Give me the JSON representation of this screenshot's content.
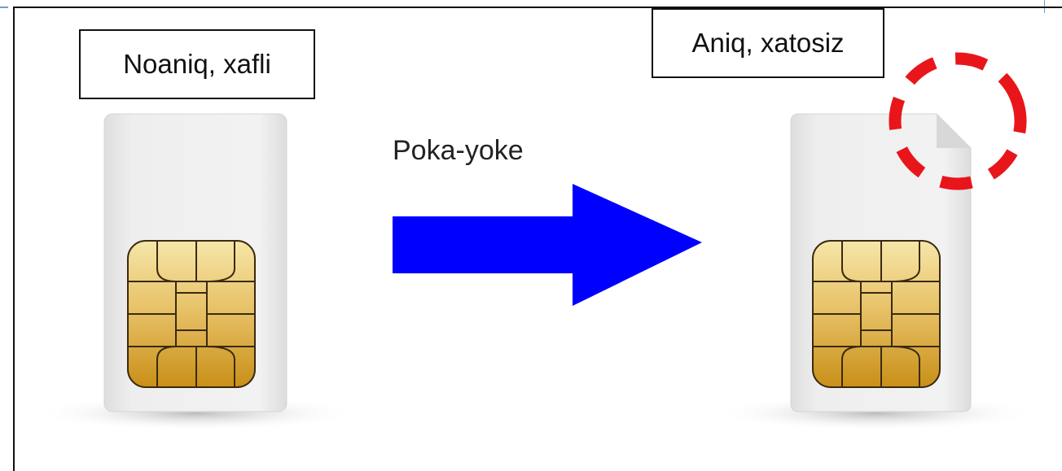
{
  "labels": {
    "left_state": "Noaniq, xafli",
    "right_state": "Aniq, xatosiz",
    "process": "Poka-yoke"
  },
  "colors": {
    "arrow": "#0000ff",
    "notch_marker": "#e8161b",
    "chip_gold": "#d9a93a",
    "card_body": "#e9e9e9"
  },
  "icons": {
    "left_card": "sim-card-icon",
    "right_card": "notched-sim-card-icon",
    "arrow": "right-arrow-icon",
    "marker": "dashed-circle-icon"
  }
}
